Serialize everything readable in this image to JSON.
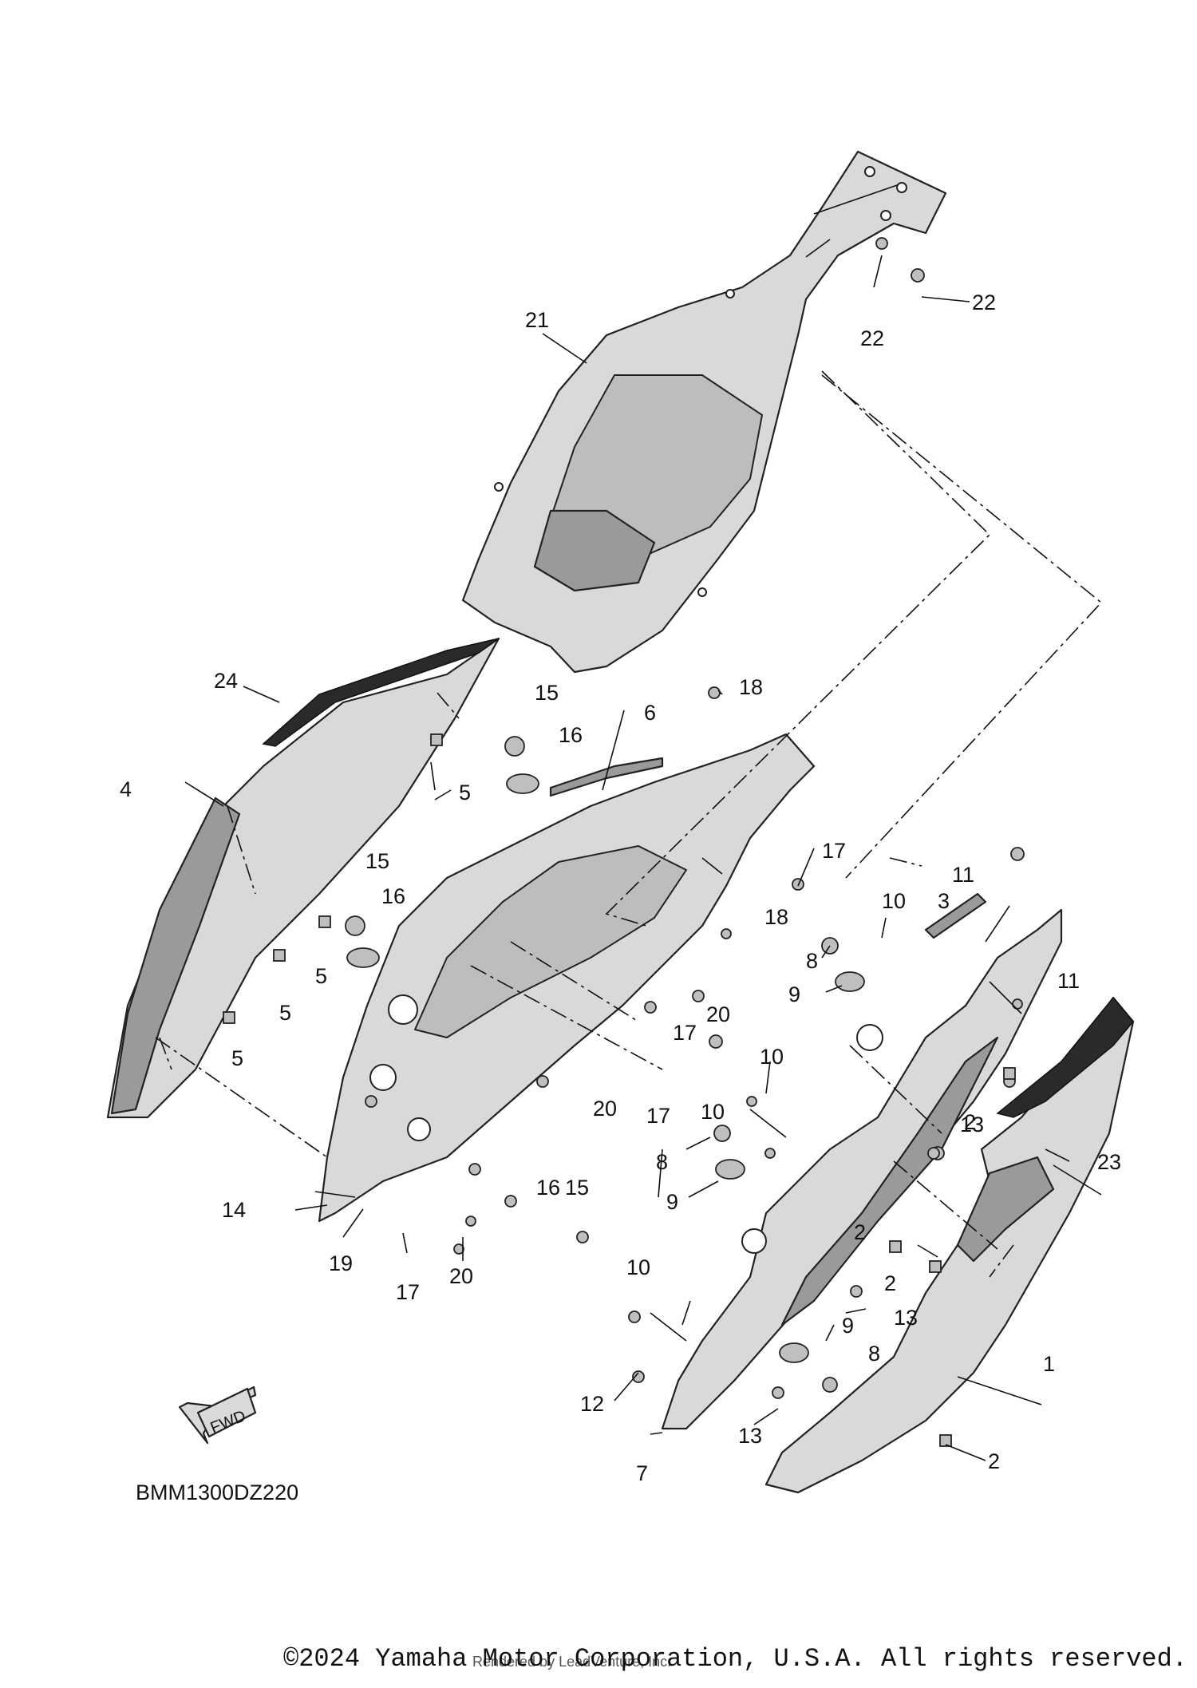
{
  "diagram_code": "BMM1300DZ220",
  "fwd_label": "FWD",
  "copyright": "©2024 Yamaha Motor Corporation, U.S.A. All rights reserved.",
  "rendered_by": "Rendered by LeadVenture, Inc.",
  "callouts": [
    "1",
    "2",
    "3",
    "4",
    "5",
    "6",
    "7",
    "8",
    "9",
    "10",
    "11",
    "12",
    "13",
    "14",
    "15",
    "16",
    "17",
    "18",
    "19",
    "20",
    "21",
    "22",
    "23",
    "24"
  ]
}
